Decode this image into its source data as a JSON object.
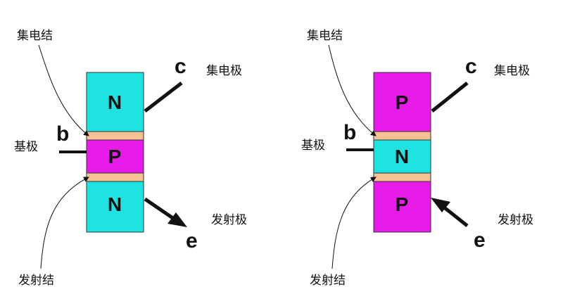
{
  "colors": {
    "n_region": "#1fe3e3",
    "p_region": "#e81ce8",
    "junction": "#f6c193",
    "outline": "#333333",
    "lead": "#111111"
  },
  "npn": {
    "regions": [
      "N",
      "P",
      "N"
    ],
    "collector_junction_label": "集电结",
    "emitter_junction_label": "发射结",
    "collector_label": "集电极",
    "base_label": "基极",
    "emitter_label": "发射极",
    "collector_terminal": "c",
    "base_terminal": "b",
    "emitter_terminal": "e"
  },
  "pnp": {
    "regions": [
      "P",
      "N",
      "P"
    ],
    "collector_junction_label": "集电结",
    "emitter_junction_label": "发射结",
    "collector_label": "集电极",
    "base_label": "基极",
    "emitter_label": "发射极",
    "collector_terminal": "c",
    "base_terminal": "b",
    "emitter_terminal": "e"
  }
}
